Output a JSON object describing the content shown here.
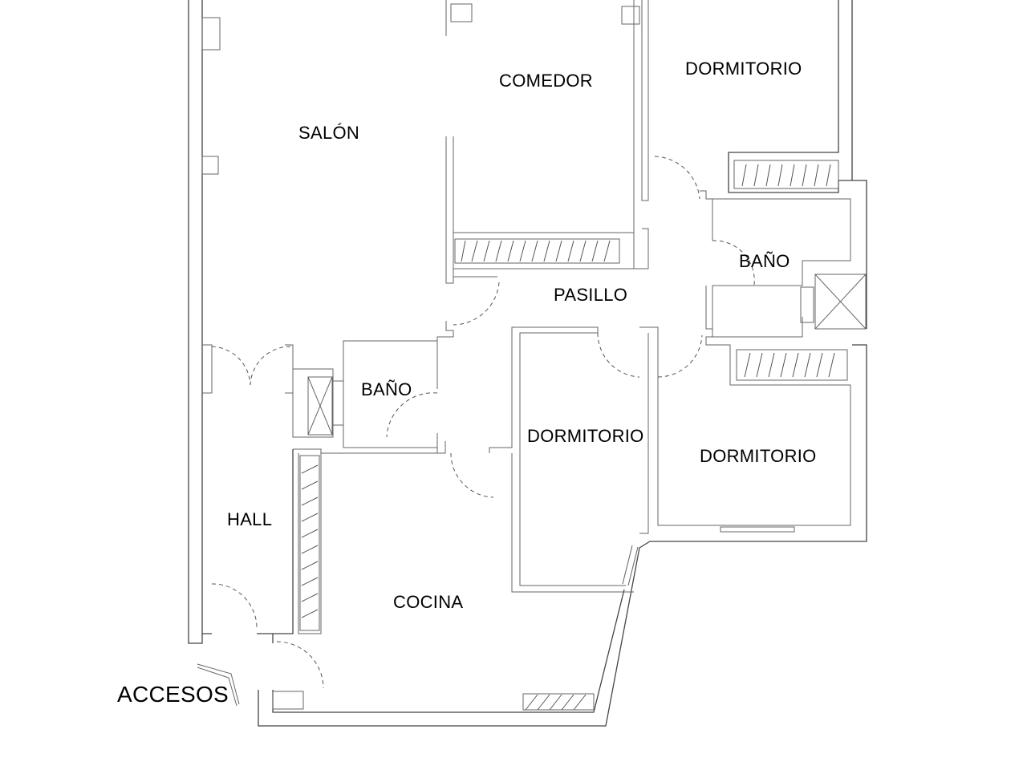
{
  "plan": {
    "rooms": {
      "salon": "SALÓN",
      "comedor": "COMEDOR",
      "dormitorio_1": "DORMITORIO",
      "bano_1": "BAÑO",
      "pasillo": "PASILLO",
      "bano_2": "BAÑO",
      "dormitorio_2": "DORMITORIO",
      "dormitorio_3": "DORMITORIO",
      "hall": "HALL",
      "cocina": "COCINA"
    },
    "accesos": "ACCESOS"
  }
}
